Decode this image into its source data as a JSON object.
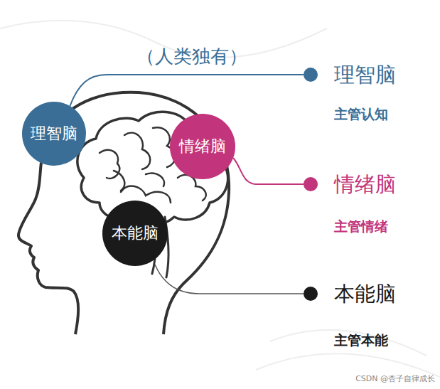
{
  "diagram": {
    "nodes": [
      {
        "text": [
          "理智脑"
        ]
      },
      {
        "text": [
          "情绪脑"
        ]
      },
      {
        "text": [
          "本能脑"
        ]
      }
    ],
    "labels": [
      "（人类独有）",
      "理智脑",
      "主管认知",
      "情绪脑",
      "主管情绪",
      "本能脑",
      "主管本能",
      "CSDN @杏子自律成长"
    ]
  }
}
